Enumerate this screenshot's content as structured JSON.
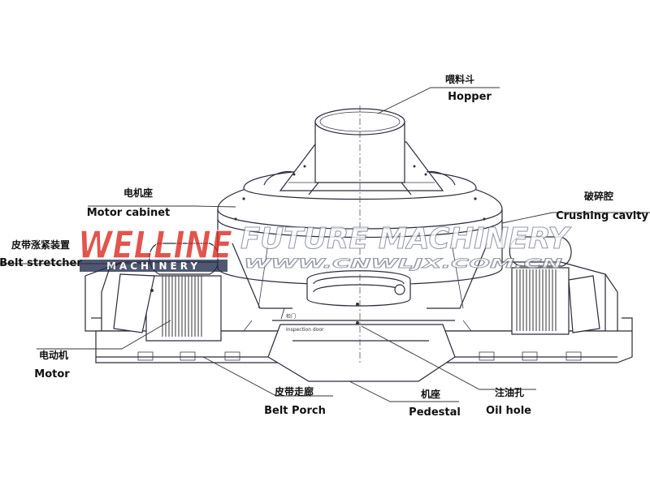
{
  "labels": {
    "hopper": {
      "cn": "喂料斗",
      "en": "Hopper"
    },
    "motor_cabinet": {
      "cn": "电机座",
      "en": "Motor cabinet"
    },
    "crushing_cavity": {
      "cn": "破碎腔",
      "en": "Crushing cavity"
    },
    "belt_stretcher": {
      "cn": "皮带涨紧装置",
      "en": "Belt stretcher"
    },
    "motor": {
      "cn": "电动机",
      "en": "Motor"
    },
    "belt_porch": {
      "cn": "皮带走廊",
      "en": "Belt Porch"
    },
    "pedestal": {
      "cn": "机座",
      "en": "Pedestal"
    },
    "oil_hole": {
      "cn": "注油孔",
      "en": "Oil hole"
    },
    "inspection_door": {
      "cn": "检门",
      "en": "Inspection door"
    }
  },
  "watermark": {
    "brand": "WELLINE",
    "sub": "MACHINERY",
    "company": "FUTURE MACHINERY",
    "url": "WWW.CNWLJX.COM.CN",
    "brand_color": "#d9261c"
  }
}
